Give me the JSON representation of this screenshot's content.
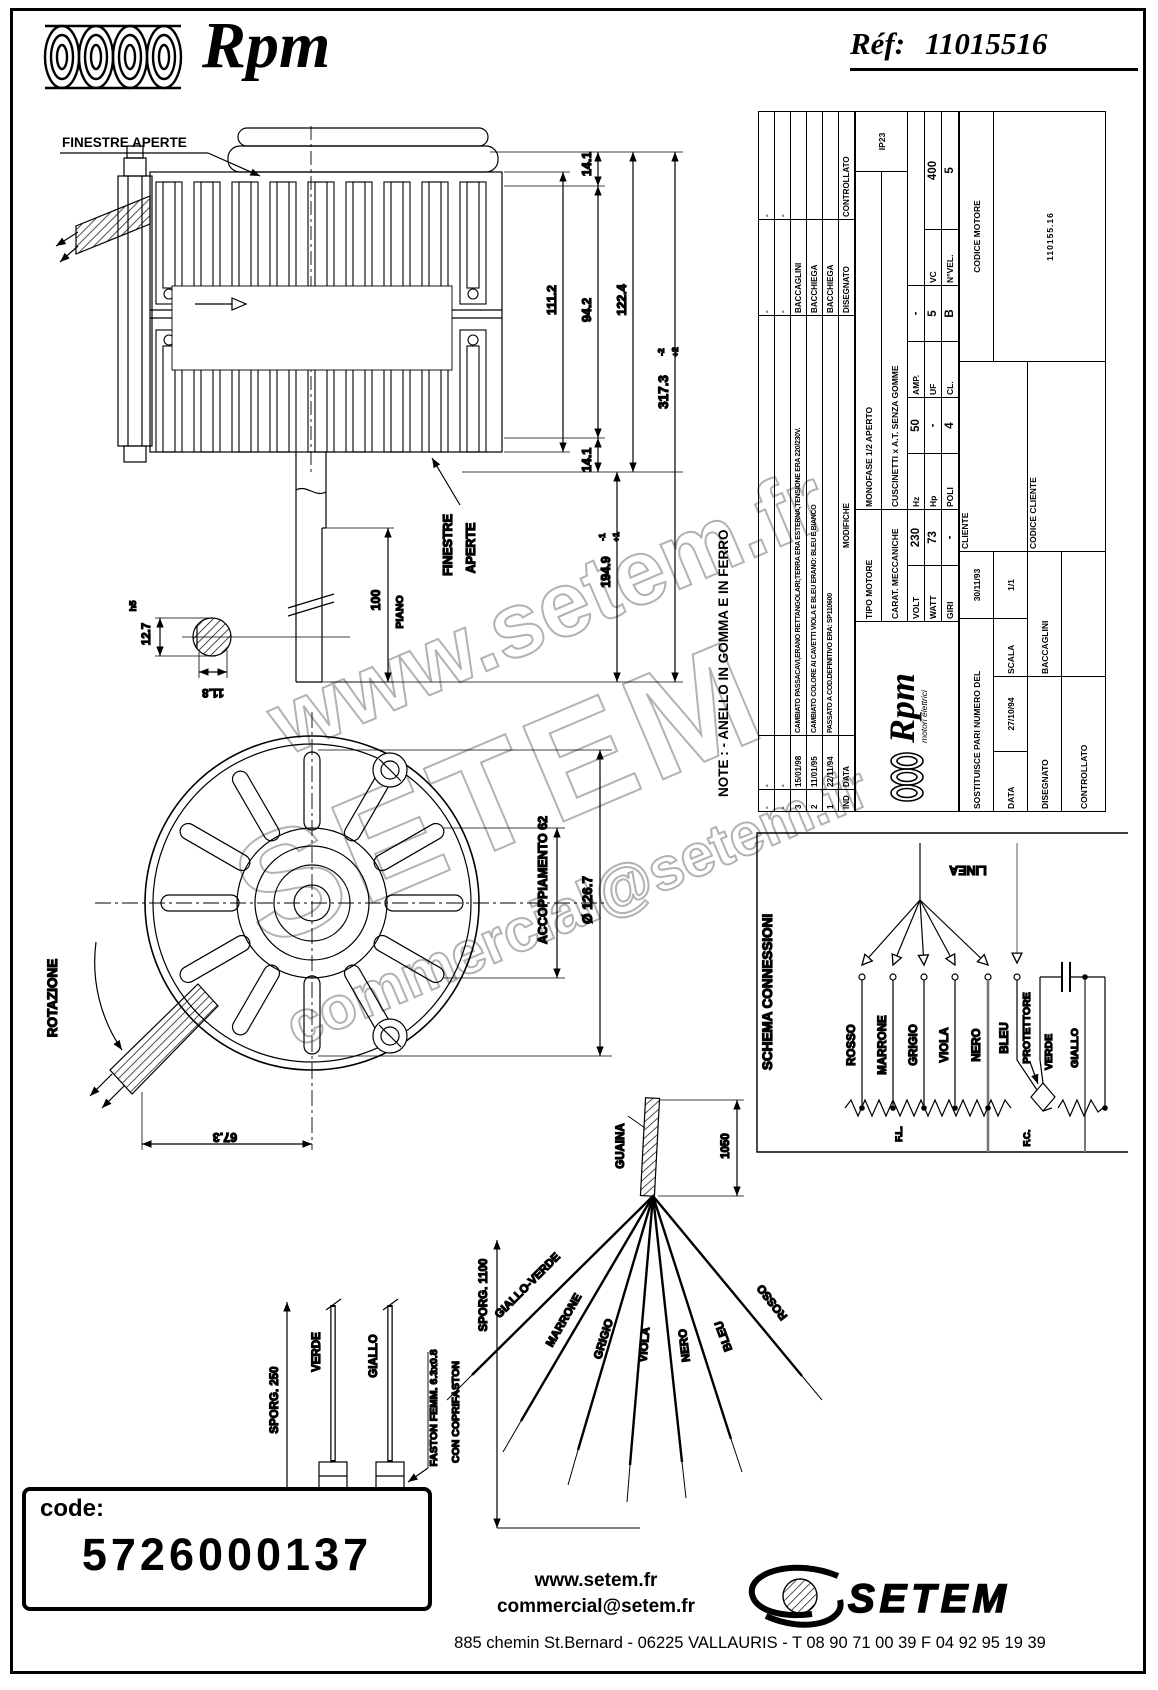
{
  "header": {
    "brand": "Rpm",
    "ref_label": "Réf:",
    "ref_value": "11015516"
  },
  "watermark": {
    "line1": "www.setem.fr",
    "line2": "SETEM",
    "line3": "commercial@setem.fr"
  },
  "note": "NOTE :   - ANELLO IN GOMMA E IN FERRO",
  "side_view": {
    "finestre_aperte": "FINESTRE APERTE",
    "finestre": "FINESTRE",
    "aperte": "APERTE",
    "dim_14_top": "14.1",
    "dim_111": "111.2",
    "dim_94": "94.2",
    "dim_122": "122.4",
    "dim_14_bottom": "14.1",
    "dim_317": "317.3",
    "dim_317_tol_plus": "+2",
    "dim_317_tol_minus": "-2",
    "dim_194": "194.9",
    "dim_194_tol_plus": "+1",
    "dim_194_tol_minus": "-1",
    "key_h5": "h5",
    "key_d1": "12.7",
    "key_d2": "11.8",
    "shaft_flat_len": "100",
    "shaft_flat_label": "PIANO"
  },
  "front_view": {
    "rotation_label": "ROTAZIONE",
    "coupling_label": "ACCOPPIAMENTO 62",
    "diameter_label": "Ø 126.7",
    "dim_67": "67.3"
  },
  "schema": {
    "title": "SCHEMA CONNESSIONI",
    "wire_labels": [
      "ROSSO",
      "MARRONE",
      "GRIGIO",
      "VIOLA",
      "NERO",
      "BLEU"
    ],
    "protettore": "PROTETTORE",
    "verde": "VERDE",
    "giallo": "GIALLO",
    "linea": "LINEA",
    "fl": "F.L.",
    "fc": "F.C."
  },
  "cables": {
    "sporg_250": "SPORG. 250",
    "verde": "VERDE",
    "giallo": "GIALLO",
    "faston": "FASTON FEMM. 6.3x0.8",
    "coprifaston": "CON COPRIFASTON",
    "sporg_1100": "SPORG. 1100",
    "guaina": "GUAINA",
    "dim_1050": "1050",
    "fan_labels": [
      "GIALLO-VERDE",
      "MARRONE",
      "GRIGIO",
      "VIOLA",
      "NERO",
      "BLEU",
      "ROSSO"
    ]
  },
  "title_block": {
    "revisions": [
      {
        "ind": "-",
        "date": "-",
        "mod": "",
        "dis": "-",
        "con": "-"
      },
      {
        "ind": "-",
        "date": "-",
        "mod": "",
        "dis": "-",
        "con": "-"
      },
      {
        "ind": "3",
        "date": "15/01/98",
        "mod": "CAMBIATO PASSACAVI,ERANO RETTANGOLARI;TERRA ERA ESTERNA,TENSIONE ERA 220/230V.",
        "dis": "BACCAGLINI",
        "con": ""
      },
      {
        "ind": "2",
        "date": "11/01/95",
        "mod": "CAMBIATO COLORE AI CAVETTI VIOLA E BLEU ERANO: BLEU E BIANCO",
        "dis": "BACCHIEGA",
        "con": ""
      },
      {
        "ind": "1",
        "date": "22/11/94",
        "mod": "PASSATO A COD.DEFINITIVO ERA: SP110600",
        "dis": "BACCHIEGA",
        "con": ""
      }
    ],
    "rev_header": {
      "ind": "IND",
      "date": "DATA",
      "mod": "MODIFICHE",
      "dis": "DISEGNATO",
      "con": "CONTROLLATO"
    },
    "tipo_motore_label": "TIPO MOTORE",
    "tipo_motore": "MONOFASE 1/2 APERTO",
    "ip": "IP23",
    "carat_label": "CARAT. MECCANICHE",
    "carat": "CUSCINETTI x A.T. SENZA GOMME",
    "volt_label": "VOLT",
    "volt": "230",
    "hz_label": "Hz",
    "hz": "50",
    "amp_label": "AMP.",
    "amp": "-",
    "watt_label": "WATT",
    "watt": "73",
    "hp_label": "Hp",
    "hp": "-",
    "uf_label": "UF",
    "uf": "5",
    "vc_label": "VC",
    "vc": "400",
    "giri_label": "GIRI",
    "giri": "-",
    "poli_label": "POLI",
    "poli": "4",
    "cl_label": "CL.",
    "cl": "B",
    "nvel_label": "N°VEL.",
    "nvel": "5",
    "logo_brand": "Rpm",
    "logo_tagline": "motori elettrici",
    "sostituisce_label": "SOSTITUISCE PARI NUMERO DEL",
    "sostituisce_date": "30/11/93",
    "data_label": "DATA",
    "data": "27/10/94",
    "scala_label": "SCALA",
    "scala": "1/1",
    "disegnato_label": "DISEGNATO",
    "disegnato": "BACCAGLINI",
    "controllato_label": "CONTROLLATO",
    "controllato": "",
    "cliente_label": "CLIENTE",
    "codice_cliente_label": "CODICE CLIENTE",
    "codice_motore_label": "CODICE MOTORE",
    "codice_motore": "110155.16"
  },
  "footer": {
    "code_label": "code:",
    "code_value": "5726000137",
    "url": "www.setem.fr",
    "email": "commercial@setem.fr",
    "address": "885 chemin St.Bernard  -  06225 VALLAURIS  -  T 08 90 71 00 39   F 04 92 95 19 39",
    "brand": "SETEM"
  }
}
